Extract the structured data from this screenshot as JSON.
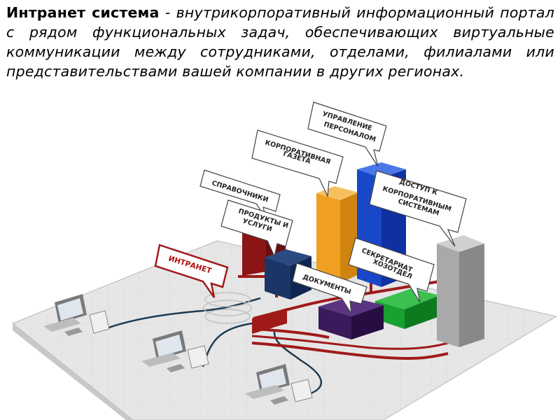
{
  "slide": {
    "term": "Интранет система",
    "definition": " - внутрикорпоративный информационный портал с рядом функциональных задач, обеспечивающих виртуальные коммуникации между сотрудниками, отделами, филиалами или представительствами вашей компании в других регионах."
  },
  "diagram": {
    "labels": {
      "hr": [
        "УПРАВЛЕНИЕ",
        "ПЕРСОНАЛОМ"
      ],
      "newspaper": [
        "КОРПОРАТИВНАЯ",
        "ГАЗЕТА"
      ],
      "access": [
        "ДОСТУП К",
        "КОРПОРАТИВНЫМ",
        "СИСТЕМАМ"
      ],
      "reference": [
        "СПРАВОЧНИКИ"
      ],
      "products": [
        "ПРОДУКТЫ И",
        "УСЛУГИ"
      ],
      "intranet": [
        "ИНТРАНЕТ"
      ],
      "secretariat": [
        "СЕКРЕТАРИАТ",
        "ХОЗОТДЕЛ"
      ],
      "documents": [
        "ДОКУМЕНТЫ"
      ]
    },
    "colors": {
      "floor": "#e6e6e6",
      "red": "#a01a1a",
      "navy": "#1a3566",
      "blue": "#1848c8",
      "orange": "#f0a020",
      "green": "#18a030",
      "purple": "#3a1a5a",
      "gray": "#a9a9a9",
      "darkred": "#7a1010"
    }
  }
}
